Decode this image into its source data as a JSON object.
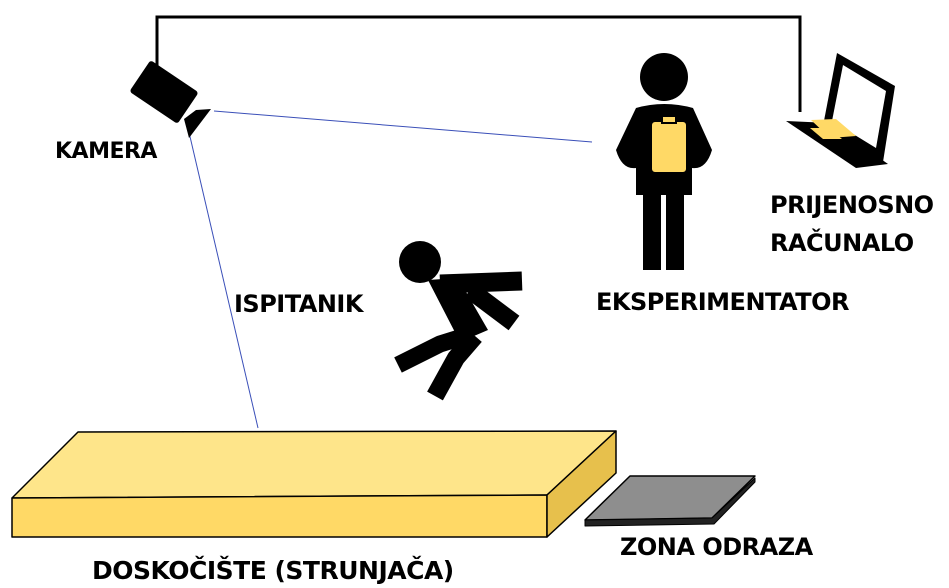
{
  "labels": {
    "camera": "KAMERA",
    "laptop_line1": "PRIJENOSNO",
    "laptop_line2": "RAČUNALO",
    "subject": "ISPITANIK",
    "experimenter": "EKSPERIMENTATOR",
    "landing_mat": "DOSKOČIŠTE (STRUNJAČA)",
    "takeoff_zone": "ZONA ODRAZA"
  },
  "icons": {
    "camera": "camera-icon",
    "laptop": "laptop-icon",
    "subject": "jumping-person-icon",
    "experimenter": "standing-person-with-tablet-icon"
  },
  "colors": {
    "mat_top": "#FEE58A",
    "mat_front": "#FFD966",
    "mat_side": "#E7C04C",
    "tablet": "#FFD966",
    "laptop_screen": "#FFD966",
    "takeoff_zone": "#8E8E8E",
    "sight_lines": "#3A4FB8",
    "cable": "#000000"
  }
}
